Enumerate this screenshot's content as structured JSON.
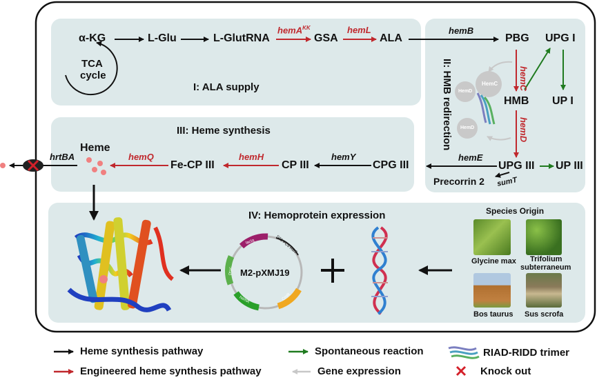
{
  "panels": {
    "p1_title": "I:  ALA supply",
    "p2_title": "II: HMB redirection",
    "p3_title": "III: Heme synthesis",
    "p4_title": "IV: Hemoprotein expression"
  },
  "metabolites": {
    "akg": "α-KG",
    "tca_1": "TCA",
    "tca_2": "cycle",
    "lglu": "L-Glu",
    "lglutrna": "L-GlutRNA",
    "gsa": "GSA",
    "ala": "ALA",
    "pbg": "PBG",
    "upg1": "UPG I",
    "hmb": "HMB",
    "up1": "UP I",
    "upg3": "UPG III",
    "up3": "UP III",
    "precorrin": "Precorrin 2",
    "cpg3": "CPG III",
    "cp3": "CP III",
    "fecp3": "Fe-CP III",
    "heme": "Heme"
  },
  "genes": {
    "hemA": "hemA",
    "hemA_sup": "KK",
    "hemL": "hemL",
    "hemB": "hemB",
    "hemC": "hemC",
    "hemD": "hemD",
    "hemE": "hemE",
    "sumT": "sumT",
    "hemY": "hemY",
    "hemH": "hemH",
    "hemQ": "hemQ",
    "hrtBA": "hrtBA",
    "node_hemC": "HemC",
    "node_hemD": "HemD"
  },
  "plasmid": {
    "name": "M2-pXMJ19",
    "segments": [
      "lacIq",
      "Ptac",
      "hemA",
      "CmR",
      "S01 FC5 RBS"
    ]
  },
  "species": {
    "title": "Species Origin",
    "items": [
      {
        "name_1": "Glycine max",
        "name_2": ""
      },
      {
        "name_1": "Trifolium",
        "name_2": "subterraneum"
      },
      {
        "name_1": "Bos taurus",
        "name_2": ""
      },
      {
        "name_1": "Sus scrofa",
        "name_2": ""
      }
    ]
  },
  "legend": {
    "heme_pathway": "Heme synthesis pathway",
    "engineered": "Engineered heme synthesis pathway",
    "spontaneous": "Spontaneous reaction",
    "gene_expression": "Gene expression",
    "riad": "RIAD-RIDD trimer",
    "knockout": "Knock out"
  },
  "colors": {
    "black_arrow": "#111111",
    "red_arrow": "#c0282d",
    "green_arrow": "#1f7a1f",
    "gray_arrow": "#c8c8c8",
    "panel_fill": "#dde9ea",
    "heme_dot": "#f08080"
  }
}
